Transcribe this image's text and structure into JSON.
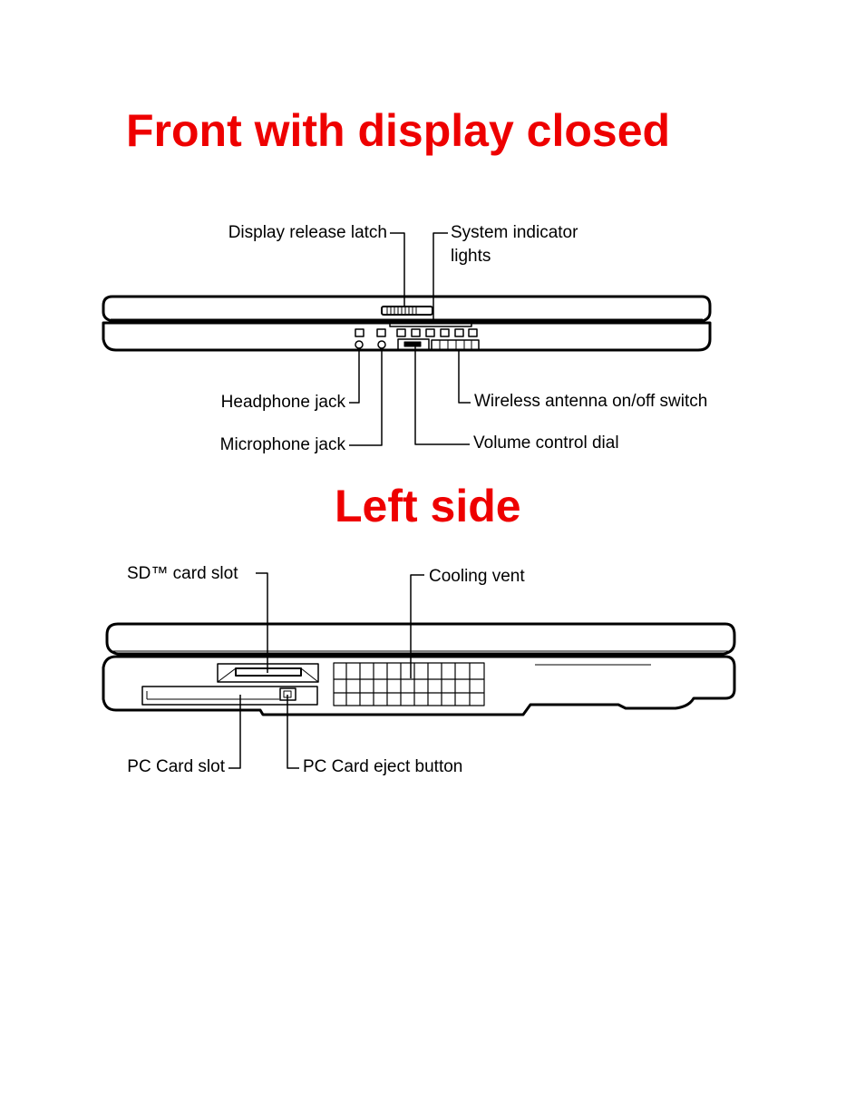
{
  "front": {
    "title": "Front with display closed",
    "labels": {
      "display_release_latch": "Display release latch",
      "system_indicator_lights_line1": "System indicator",
      "system_indicator_lights_line2": "lights",
      "headphone_jack": "Headphone jack",
      "microphone_jack": "Microphone jack",
      "wireless_switch": "Wireless antenna on/off switch",
      "volume_dial": "Volume control dial"
    }
  },
  "left": {
    "title": "Left side",
    "labels": {
      "sd_card_slot": "SD™ card slot",
      "cooling_vent": "Cooling vent",
      "pc_card_slot": "PC Card slot",
      "pc_card_eject": "PC Card eject button"
    }
  },
  "colors": {
    "heading": "#ee0000",
    "line": "#000000"
  }
}
